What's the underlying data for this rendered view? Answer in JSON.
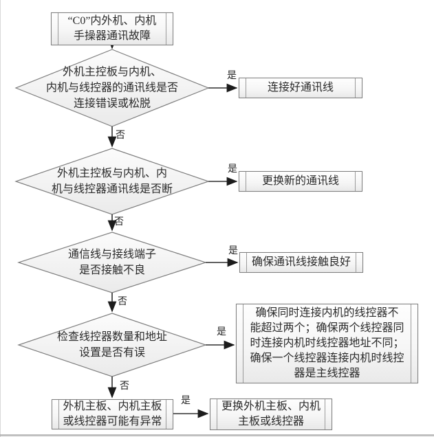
{
  "labels": {
    "yes": "是",
    "no": "否"
  },
  "nodes": {
    "start": {
      "text": "“C0”内外机、内机\n手操器通讯故障"
    },
    "d1": {
      "text": "外机主控板与内机、\n内机与线控器的通讯线是否\n连接错误或松脱"
    },
    "a1": {
      "text": "连接好通讯线"
    },
    "d2": {
      "text": "外机主控板与内机、内\n机与线控器通讯线是否断"
    },
    "a2": {
      "text": "更换新的通讯线"
    },
    "d3": {
      "text": "通信线与接线端子\n是否接触不良"
    },
    "a3": {
      "text": "确保通讯线接触良好"
    },
    "d4": {
      "text": "检查线控器数量和地址\n设置是否有误"
    },
    "a4": {
      "text": "确保同时连接内机的线控器不\n能超过两个；确保两个线控器同\n时连接内机时线控器地址不同；\n确保一个线控器连接内机时线控\n器是主线控器"
    },
    "b5": {
      "text": "外机主板、内机主板\n或线控器可能有异常"
    },
    "a5": {
      "text": "更换外机主板、内机\n主板或线控器"
    }
  },
  "colors": {
    "shape_border": "#7e7e7e",
    "shape_fill_top": "#fdfdfd",
    "shape_fill_bottom": "#eaeaea",
    "arrow": "#2f2f2f",
    "text": "#2a2a2a",
    "background": "#ffffff"
  }
}
